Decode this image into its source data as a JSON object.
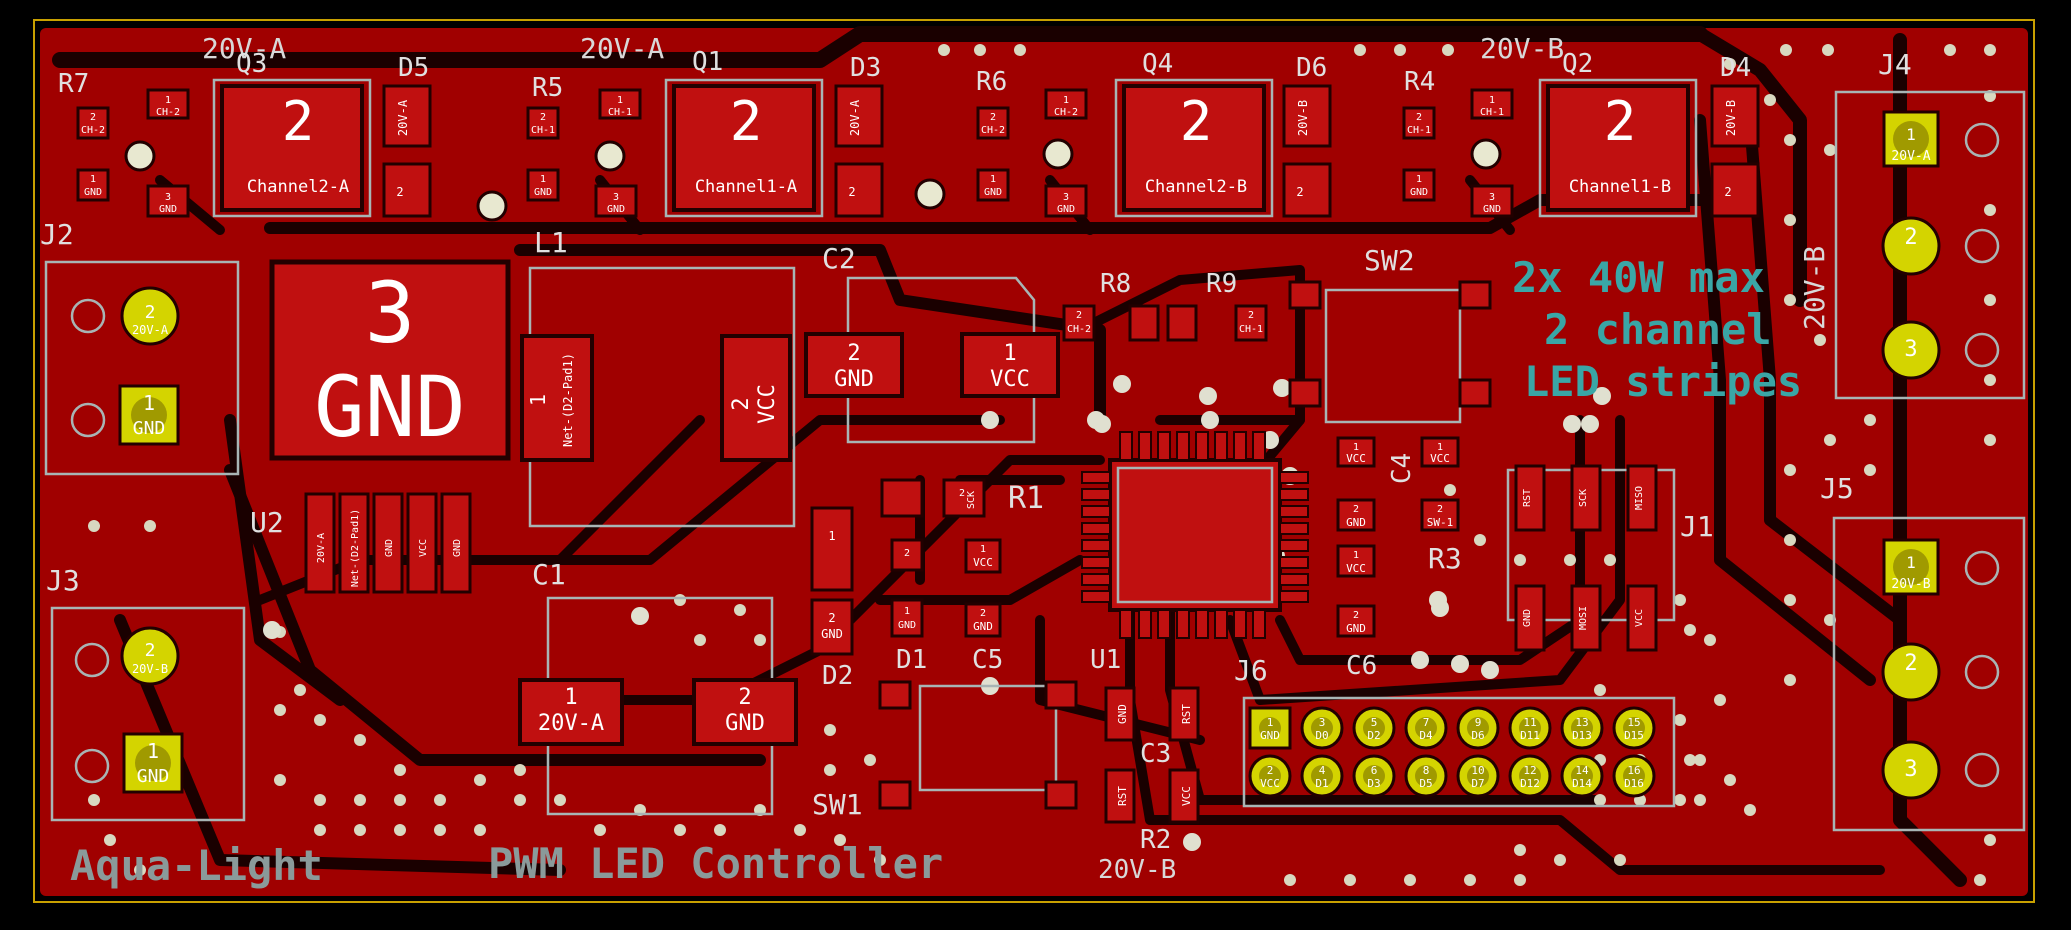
{
  "board": {
    "title": "PWM LED Controller",
    "brand": "Aqua-Light",
    "note_lines": [
      "2x 40W max",
      "2 channel",
      "LED stripes"
    ],
    "colors": {
      "background": "#000000",
      "copper": "#a00000",
      "copper_light": "#c01010",
      "silk": "#d8d8d8",
      "note": "#3aa6a6",
      "pad_yellow": "#d4d400"
    }
  },
  "power_rails": [
    {
      "id": "rail_a1",
      "label": "20V-A"
    },
    {
      "id": "rail_a2",
      "label": "20V-A"
    },
    {
      "id": "rail_b1",
      "label": "20V-B"
    },
    {
      "id": "rail_b2",
      "label": "20V-B"
    },
    {
      "id": "rail_b3",
      "label": "20V-B"
    }
  ],
  "refs": {
    "R7": "R7",
    "Q3": "Q3",
    "D5": "D5",
    "R5": "R5",
    "Q1": "Q1",
    "D3": "D3",
    "R6": "R6",
    "Q4": "Q4",
    "D6": "D6",
    "R4": "R4",
    "Q2": "Q2",
    "D4": "D4",
    "J4": "J4",
    "J2": "J2",
    "L1": "L1",
    "C2": "C2",
    "R8": "R8",
    "R9": "R9",
    "SW2": "SW2",
    "J5": "J5",
    "U2": "U2",
    "J3": "J3",
    "C1": "C1",
    "R1": "R1",
    "C4": "C4",
    "R3": "R3",
    "J1": "J1",
    "D1": "D1",
    "C5": "C5",
    "D2": "D2",
    "U1": "U1",
    "J6": "J6",
    "C6": "C6",
    "C3": "C3",
    "SW1": "SW1",
    "R2": "R2"
  },
  "mosfets": [
    {
      "pad": "2",
      "net": "Channel2-A"
    },
    {
      "pad": "2",
      "net": "Channel1-A"
    },
    {
      "pad": "2",
      "net": "Channel2-B"
    },
    {
      "pad": "2",
      "net": "Channel1-B"
    }
  ],
  "inductor": {
    "pad": "3",
    "net": "GND"
  },
  "pads": {
    "gnd": "GND",
    "vcc": "VCC",
    "rst": "RST",
    "sck": "SCK",
    "mosi": "MOSI",
    "miso": "MISO",
    "sw1": "SW-1",
    "v20a": "20V-A",
    "v20b": "20V-B",
    "ch1": "CH-1",
    "ch2": "CH-2",
    "d2pad": "Net-(D2-Pad1)",
    "n1": "1",
    "n2": "2",
    "n3": "3",
    "n4": "4",
    "n5": "5"
  },
  "j6_pins": [
    {
      "n": "1",
      "net": "GND"
    },
    {
      "n": "3",
      "net": "D0"
    },
    {
      "n": "5",
      "net": "D2"
    },
    {
      "n": "7",
      "net": "D4"
    },
    {
      "n": "9",
      "net": "D6"
    },
    {
      "n": "11",
      "net": "D11"
    },
    {
      "n": "13",
      "net": "D13"
    },
    {
      "n": "15",
      "net": "D15"
    },
    {
      "n": "2",
      "net": "VCC"
    },
    {
      "n": "4",
      "net": "D1"
    },
    {
      "n": "6",
      "net": "D3"
    },
    {
      "n": "8",
      "net": "D5"
    },
    {
      "n": "10",
      "net": "D7"
    },
    {
      "n": "12",
      "net": "D12"
    },
    {
      "n": "14",
      "net": "D14"
    },
    {
      "n": "16",
      "net": "D16"
    }
  ]
}
